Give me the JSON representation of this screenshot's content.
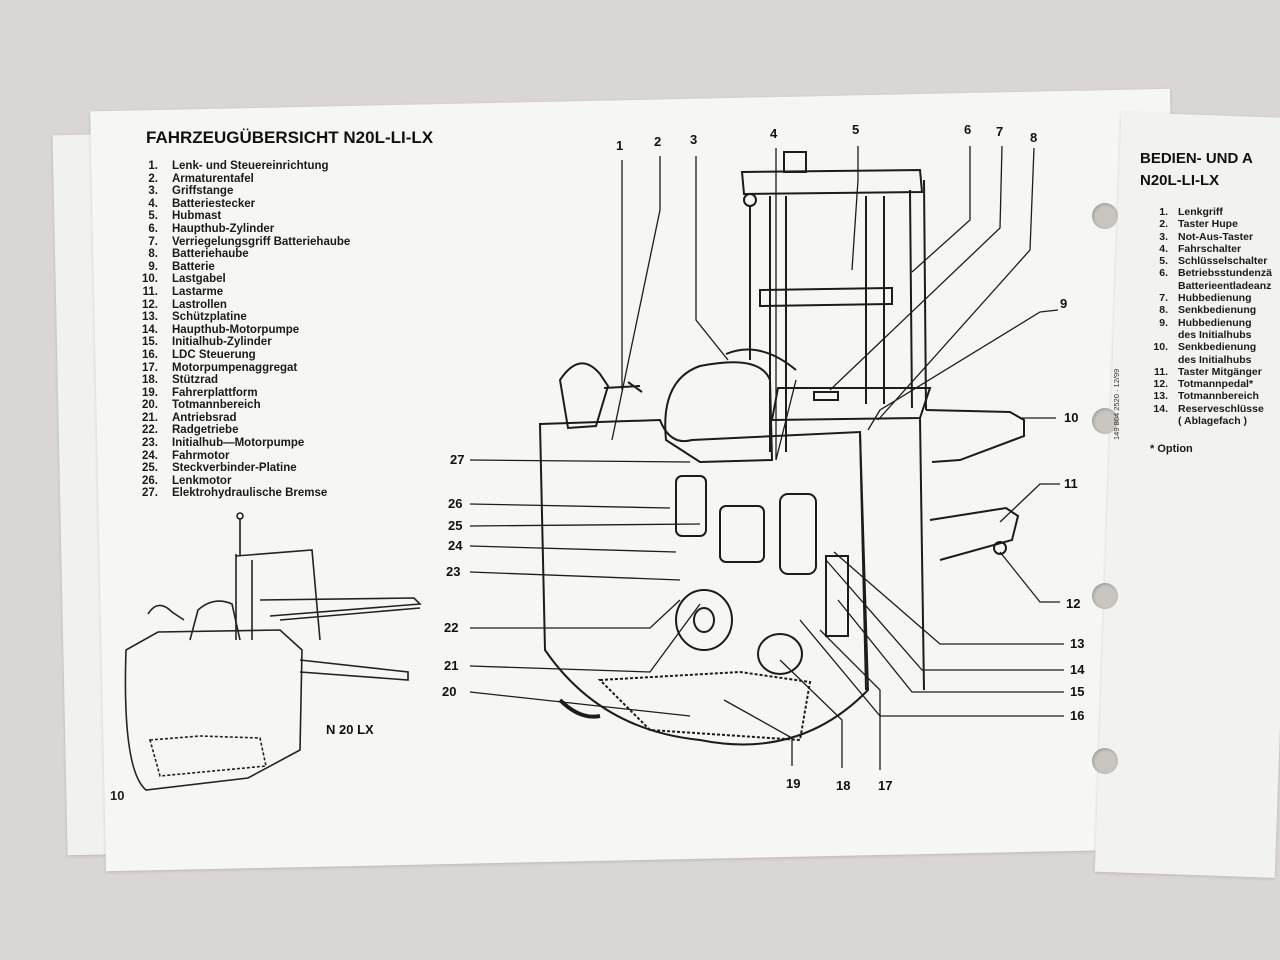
{
  "left": {
    "title": "FAHRZEUGÜBERSICHT N20L-LI-LX",
    "items": [
      {
        "n": "1.",
        "label": "Lenk- und Steuereinrichtung"
      },
      {
        "n": "2.",
        "label": "Armaturentafel"
      },
      {
        "n": "3.",
        "label": "Griffstange"
      },
      {
        "n": "4.",
        "label": "Batteriestecker"
      },
      {
        "n": "5.",
        "label": "Hubmast"
      },
      {
        "n": "6.",
        "label": "Haupthub-Zylinder"
      },
      {
        "n": "7.",
        "label": "Verriegelungsgriff Batteriehaube"
      },
      {
        "n": "8.",
        "label": "Batteriehaube"
      },
      {
        "n": "9.",
        "label": "Batterie"
      },
      {
        "n": "10.",
        "label": "Lastgabel"
      },
      {
        "n": "11.",
        "label": "Lastarme"
      },
      {
        "n": "12.",
        "label": "Lastrollen"
      },
      {
        "n": "13.",
        "label": "Schützplatine"
      },
      {
        "n": "14.",
        "label": "Haupthub-Motorpumpe"
      },
      {
        "n": "15.",
        "label": "Initialhub-Zylinder"
      },
      {
        "n": "16.",
        "label": "LDC Steuerung"
      },
      {
        "n": "17.",
        "label": "Motorpumpenaggregat"
      },
      {
        "n": "18.",
        "label": "Stützrad"
      },
      {
        "n": "19.",
        "label": "Fahrerplattform"
      },
      {
        "n": "20.",
        "label": "Totmannbereich"
      },
      {
        "n": "21.",
        "label": "Antriebsrad"
      },
      {
        "n": "22.",
        "label": "Radgetriebe"
      },
      {
        "n": "23.",
        "label": "Initialhub—Motorpumpe"
      },
      {
        "n": "24.",
        "label": "Fahrmotor"
      },
      {
        "n": "25.",
        "label": "Steckverbinder-Platine"
      },
      {
        "n": "26.",
        "label": "Lenkmotor"
      },
      {
        "n": "27.",
        "label": "Elektrohydraulische Bremse"
      }
    ],
    "model_label": "N 20 LX",
    "page_number": "10",
    "callouts": [
      "1",
      "2",
      "3",
      "4",
      "5",
      "6",
      "7",
      "8",
      "9",
      "10",
      "11",
      "12",
      "13",
      "14",
      "15",
      "16",
      "17",
      "18",
      "19",
      "20",
      "21",
      "22",
      "23",
      "24",
      "25",
      "26",
      "27"
    ]
  },
  "right": {
    "title_line1": "BEDIEN- UND A",
    "title_line2": "N20L-LI-LX",
    "items": [
      {
        "n": "1.",
        "label": "Lenkgriff"
      },
      {
        "n": "2.",
        "label": "Taster Hupe"
      },
      {
        "n": "3.",
        "label": "Not-Aus-Taster"
      },
      {
        "n": "4.",
        "label": "Fahrschalter"
      },
      {
        "n": "5.",
        "label": "Schlüsselschalter"
      },
      {
        "n": "6.",
        "label": "Betriebsstundenzä"
      },
      {
        "n": "",
        "label": "Batterieentladeanz"
      },
      {
        "n": "7.",
        "label": "Hubbedienung"
      },
      {
        "n": "8.",
        "label": "Senkbedienung"
      },
      {
        "n": "9.",
        "label": "Hubbedienung"
      },
      {
        "n": "",
        "label": "des Initialhubs"
      },
      {
        "n": "10.",
        "label": "Senkbedienung"
      },
      {
        "n": "",
        "label": "des Initialhubs"
      },
      {
        "n": "11.",
        "label": "Taster Mitgänger"
      },
      {
        "n": "12.",
        "label": "Totmannpedal*"
      },
      {
        "n": "13.",
        "label": "Totmannbereich"
      },
      {
        "n": "14.",
        "label": "Reserveschlüsse"
      },
      {
        "n": "",
        "label": "( Ablagefach )"
      }
    ],
    "option_note": "* Option",
    "doc_ref": "149 804 2520 · 12/99"
  }
}
